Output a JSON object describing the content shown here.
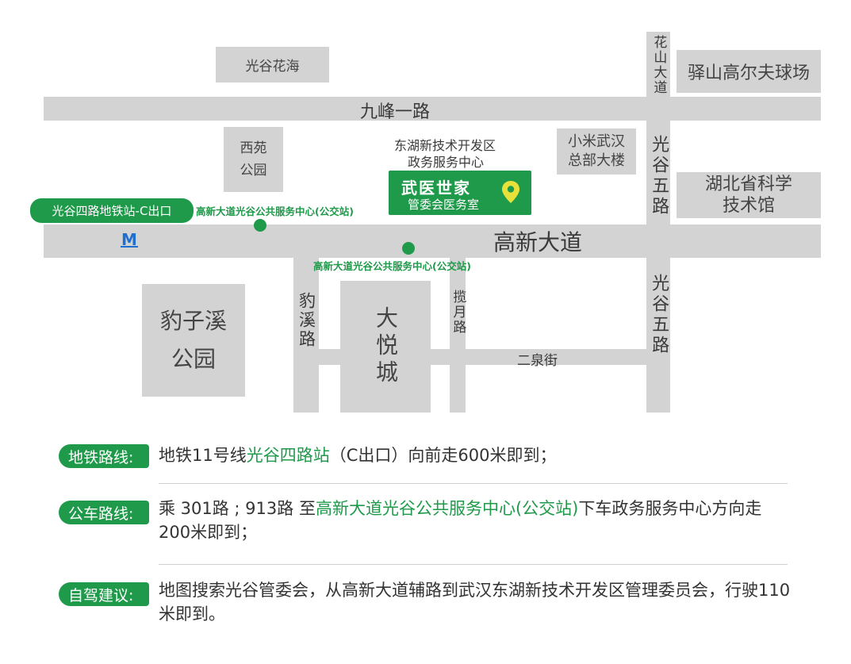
{
  "map": {
    "roads": {
      "jiufeng": "九峰一路",
      "gaoxin": "高新大道",
      "huashan": "花山大道",
      "guanggu5_top": "光谷五路",
      "guanggu5_bottom": "光谷五路",
      "baoxi": "豹溪路",
      "lanyue": "揽月路",
      "erquan": "二泉街"
    },
    "places": {
      "huahai": "光谷花海",
      "golf": "驿山高尔夫球场",
      "xiyuan_line1": "西苑",
      "xiyuan_line2": "公园",
      "gov_line1": "东湖新技术开发区",
      "gov_line2": "政务服务中心",
      "xiaomi_line1": "小米武汉",
      "xiaomi_line2": "总部大楼",
      "museum_line1": "湖北省科学",
      "museum_line2": "技术馆",
      "baozixi_line1": "豹子溪",
      "baozixi_line2": "公园",
      "dayue": "大悦城"
    },
    "metro_exit": "光谷四路地铁站-C出口",
    "metro_icon": "M",
    "bus_stop_north": "高新大道光谷公共服务中心(公交站)",
    "bus_stop_south": "高新大道光谷公共服务中心(公交站)",
    "destination": {
      "brand": "武医世家",
      "subtitle": "管委会医务室",
      "icon": "location-pin-icon"
    }
  },
  "directions": {
    "subway": {
      "label": "地铁路线:",
      "pre": "地铁11号线",
      "highlight": "光谷四路站",
      "post": "（C出口）向前走600米即到；"
    },
    "bus": {
      "label": "公车路线:",
      "pre": "乘 301路 ; 913路 至",
      "highlight": "高新大道光谷公共服务中心(公交站)",
      "post": "下车政务服务中心方向走200米即到；"
    },
    "drive": {
      "label": "自驾建议:",
      "text": "地图搜索光谷管委会，从高新大道辅路到武汉东湖新技术开发区管理委员会，行驶110米即到。"
    }
  },
  "colors": {
    "accent": "#1f9a4a",
    "road": "#d3d3d4",
    "metro": "#1e6fd0"
  }
}
